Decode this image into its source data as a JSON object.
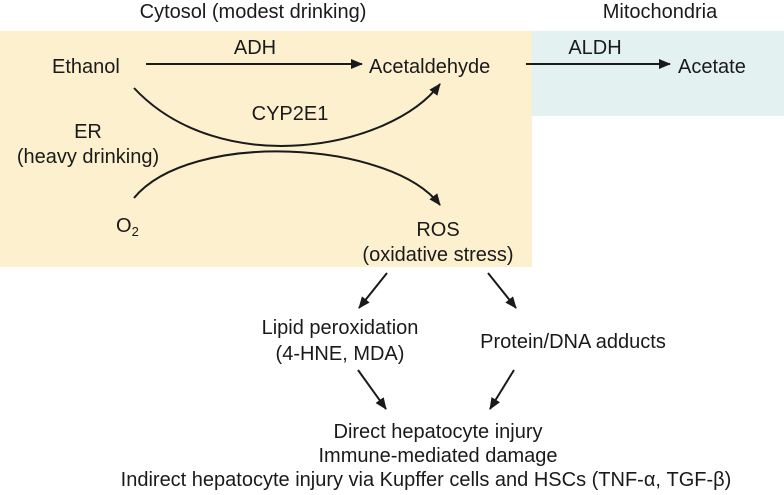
{
  "regions": {
    "cytosol": {
      "label": "Cytosol (modest drinking)",
      "color": "#fcf0cf"
    },
    "mitochondria": {
      "label": "Mitochondria",
      "color": "#e3f1f1"
    }
  },
  "nodes": {
    "ethanol": "Ethanol",
    "acetaldehyde": "Acetaldehyde",
    "acetate": "Acetate",
    "er": "ER",
    "er_note": "(heavy drinking)",
    "o2_base": "O",
    "o2_sub": "2",
    "ros": "ROS",
    "ros_note": "(oxidative stress)",
    "lipid": "Lipid peroxidation",
    "lipid_note": "(4-HNE, MDA)",
    "adducts": "Protein/DNA adducts"
  },
  "enzymes": {
    "adh": "ADH",
    "aldh": "ALDH",
    "cyp2e1": "CYP2E1"
  },
  "outcomes": [
    "Direct hepatocyte injury",
    "Immune-mediated damage",
    "Indirect hepatocyte injury via Kupffer cells and HSCs (TNF-α, TGF-β)"
  ],
  "colors": {
    "arrow": "#1a1a1a",
    "text": "#1a1a1a"
  }
}
